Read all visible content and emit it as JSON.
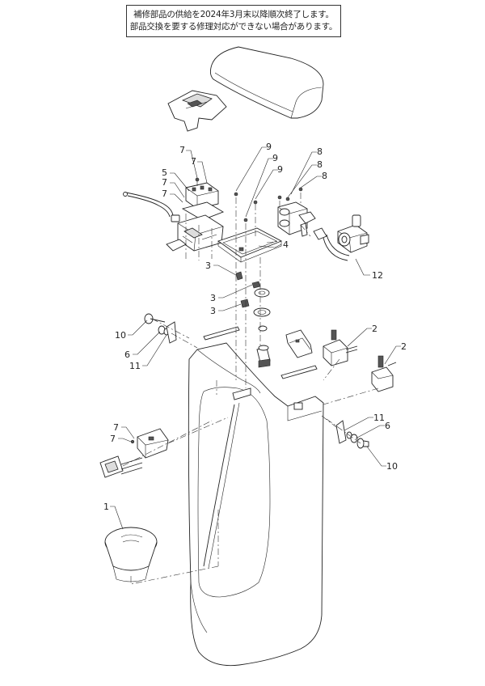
{
  "notice": {
    "line1": "補修部品の供給を2024年3月末以降順次終了します。",
    "line2": "部品交換を要する修理対応ができない場合があります。"
  },
  "callouts": [
    {
      "id": "c7a",
      "text": "7"
    },
    {
      "id": "c7b",
      "text": "7"
    },
    {
      "id": "c5",
      "text": "5"
    },
    {
      "id": "c7c",
      "text": "7"
    },
    {
      "id": "c7d",
      "text": "7"
    },
    {
      "id": "c9a",
      "text": "9"
    },
    {
      "id": "c9b",
      "text": "9"
    },
    {
      "id": "c9c",
      "text": "9"
    },
    {
      "id": "c8a",
      "text": "8"
    },
    {
      "id": "c8b",
      "text": "8"
    },
    {
      "id": "c8c",
      "text": "8"
    },
    {
      "id": "c4",
      "text": "4"
    },
    {
      "id": "c12",
      "text": "12"
    },
    {
      "id": "c3a",
      "text": "3"
    },
    {
      "id": "c3b",
      "text": "3"
    },
    {
      "id": "c3c",
      "text": "3"
    },
    {
      "id": "c10a",
      "text": "10"
    },
    {
      "id": "c6a",
      "text": "6"
    },
    {
      "id": "c11a",
      "text": "11"
    },
    {
      "id": "c2a",
      "text": "2"
    },
    {
      "id": "c2b",
      "text": "2"
    },
    {
      "id": "c7e",
      "text": "7"
    },
    {
      "id": "c7f",
      "text": "7"
    },
    {
      "id": "c11b",
      "text": "11"
    },
    {
      "id": "c6b",
      "text": "6"
    },
    {
      "id": "c10b",
      "text": "10"
    },
    {
      "id": "c1",
      "text": "1"
    }
  ]
}
